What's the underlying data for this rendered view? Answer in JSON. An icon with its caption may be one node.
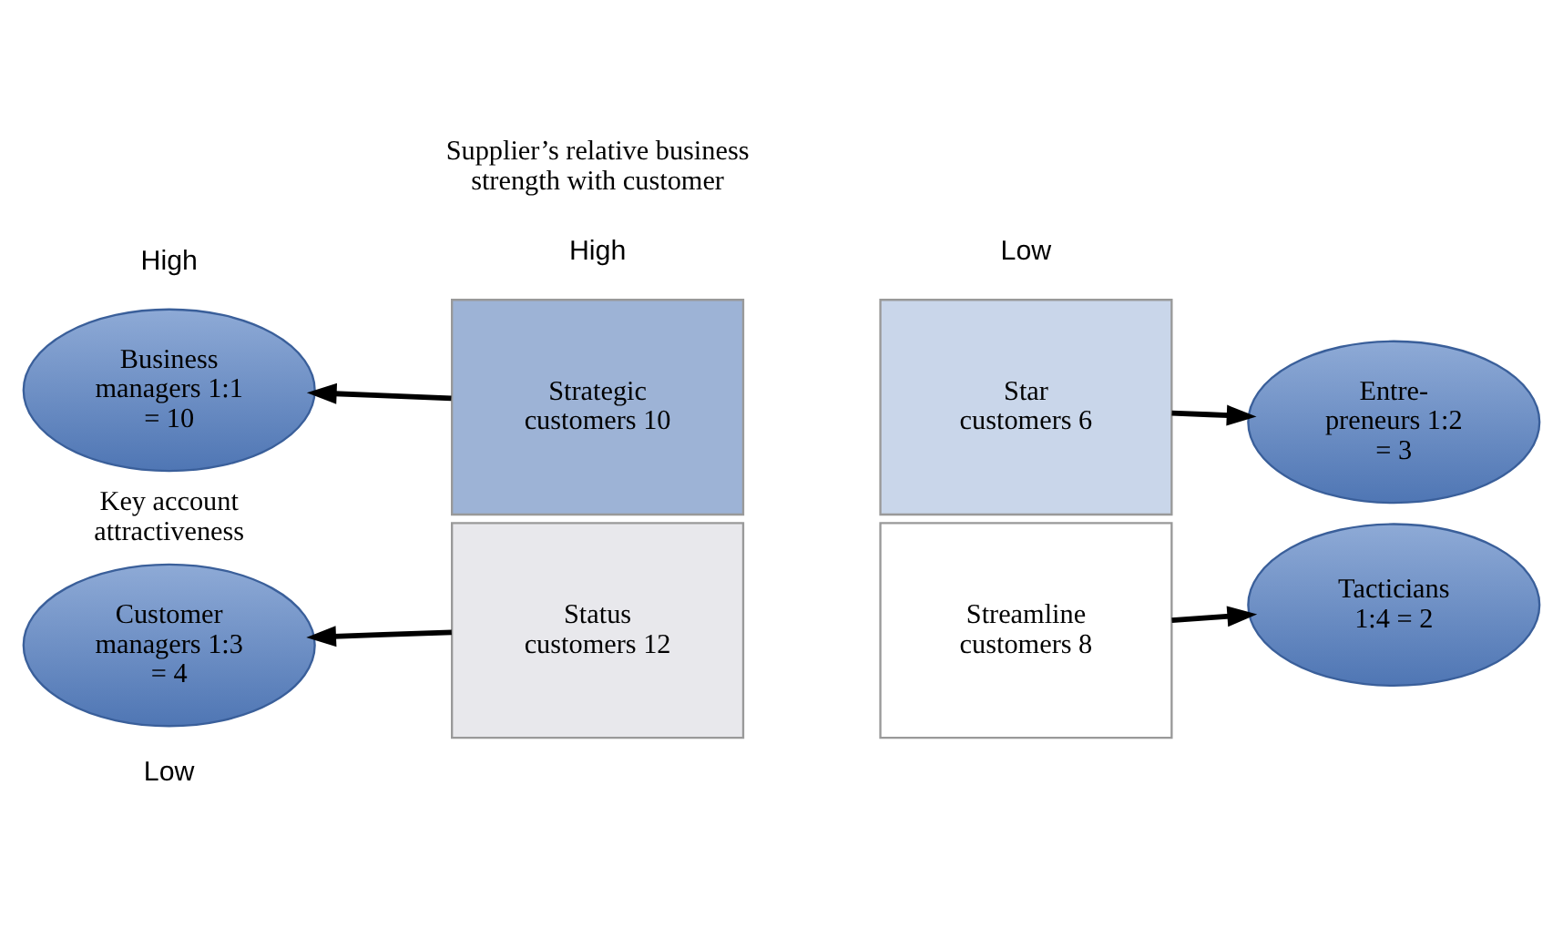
{
  "diagram": {
    "nodes": [
      {
        "text": [
          "Strategic customers 10"
        ]
      },
      {
        "text": [
          "Star customers 6"
        ]
      },
      {
        "text": [
          "Status customers 12"
        ]
      },
      {
        "text": [
          "Streamline customers 8"
        ]
      },
      {
        "text": [
          "Business managers 1:1 = 10"
        ]
      },
      {
        "text": [
          "Entre- preneurs 1:2 = 3"
        ]
      },
      {
        "text": [
          "Customer managers 1:3 = 4"
        ]
      },
      {
        "text": [
          "Tacticians 1:4 = 2"
        ]
      }
    ],
    "edges": [
      {
        "from": 0,
        "to": 4,
        "arrow": "to"
      },
      {
        "from": 1,
        "to": 5,
        "arrow": "to"
      },
      {
        "from": 2,
        "to": 6,
        "arrow": "to"
      },
      {
        "from": 3,
        "to": 7,
        "arrow": "to"
      }
    ],
    "labels": [
      "Supplier’s relative business strength with customer",
      "High",
      "Low",
      "High",
      "Key account attractiveness",
      "Low"
    ]
  }
}
